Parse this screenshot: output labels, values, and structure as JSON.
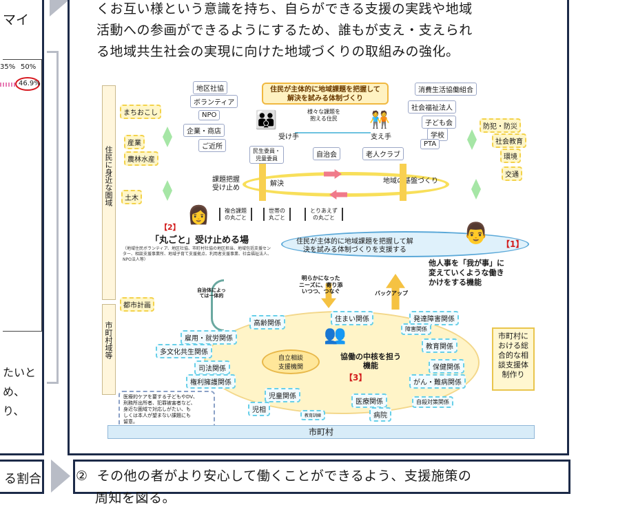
{
  "left_panel": {
    "top_text": "マイ",
    "axis_ticks": [
      "35%",
      "50%"
    ],
    "value_label": "46.9%",
    "body_lines": [
      "たいと",
      "め、",
      "り、"
    ],
    "bottom_text": "る割合"
  },
  "main_paragraph": {
    "lines": [
      "くお互い様という意識を持ち、自らができる支援の実践や地域",
      "活動への参画ができるようにするため、誰もが支え・支えられ",
      "る地域共生社会の実現に向けた地域づくりの取組みの強化。"
    ]
  },
  "diagram": {
    "left_band_top": "住民に身近な圏域",
    "left_band_bottom": "市町村域等",
    "top_center_title": "住民が主体的に地域課題を把握して\n解決を試みる体制づくり",
    "center_caption": "様々な課題を\n抱える住民",
    "receiver": "受け手",
    "supporter": "支え手",
    "left_blue": [
      "地区社協",
      "ボランティア",
      "NPO",
      "企業・商店",
      "ご近所"
    ],
    "right_blue": [
      "消費生活協働組合",
      "社会福祉法人",
      "子ども会",
      "学校",
      "PTA"
    ],
    "center_boxes": [
      "民生委員・\n児童委員",
      "自治会",
      "老人クラブ"
    ],
    "left_yellow": [
      "まちおこし",
      "産業",
      "農林水産",
      "土木",
      "都市計画"
    ],
    "right_yellow": [
      "防犯・防災",
      "社会教育",
      "環境",
      "交通"
    ],
    "ellipse_labels": [
      "課題把握\n受け止め",
      "解決",
      "地域の基盤づくり"
    ],
    "bracket_items": [
      "複合課題\nの丸ごと",
      "世帯の\n丸ごと",
      "とりあえず\nの丸ごと"
    ],
    "marker_2": "【2】",
    "marugoto_title": "「丸ごと」受け止める場",
    "marugoto_note": "（地域住民ボランティア、地区社協、市町村社協の地区担当、地域包括支援センター、相談支援事業所、地域子育て支援拠点、利用者支援事業、社会福祉法人、NPO法人等）",
    "blue_ellipse_text": "住民が主体的に地域課題を把握して解\n決を試みる体制づくりを支援する",
    "marker_1": "【1】",
    "function_text": "他人事を「我が事」に\n変えていくような働き\nかけをする機能",
    "arrow_down_label": "明らかになった\nニーズに、寄り添\nいつつ、つなぐ",
    "arrow_up_label": "バックアップ",
    "jichitai_label": "自治体によっ\nては一体的",
    "center_support": "自立相談\n支援機関",
    "kyodo_title": "協働の中核を担う\n機能",
    "marker_3": "【3】",
    "bottom_left_cyan": [
      "高齢関係",
      "雇用・就労関係",
      "多文化共生関係",
      "司法関係",
      "権利擁護関係",
      "児童関係",
      "児相",
      "教育訓練"
    ],
    "bottom_right_cyan": [
      "住まい関係",
      "発達障害関係",
      "障害関係",
      "教育関係",
      "保健関係",
      "がん・難病関係",
      "医療関係",
      "自殺対策関係",
      "病院"
    ],
    "right_side_box": "市町村に\nおける総\n合的な相\n談支援体\n制作り",
    "dashed_note": "医療的ケアを要する子どもやDV、\n刑務所出所者、犯罪被害者など、\n身近な圏域で対応しがたい、も\nしくは本人が望まない課題にも\n留意。",
    "bottom_bar": "市町村"
  },
  "bottom_item": {
    "number": "②",
    "lines": [
      "その他の者がより安心して働くことができるよう、支援施策の",
      "周知を図る。"
    ]
  }
}
